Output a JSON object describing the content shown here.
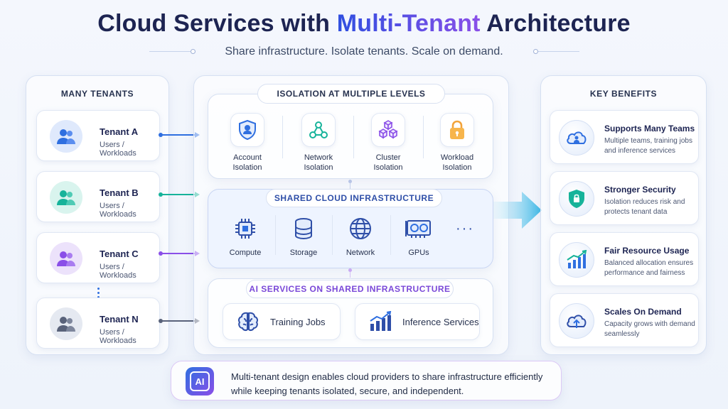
{
  "header": {
    "title_prefix": "Cloud Services with ",
    "title_accent": "Multi-Tenant",
    "title_suffix": " Architecture",
    "subtitle": "Share infrastructure. Isolate tenants. Scale on demand."
  },
  "tenants_panel": {
    "heading": "MANY TENANTS",
    "tenants": [
      {
        "name": "Tenant A",
        "sub": "Users / Workloads",
        "color": "#2f6fe0"
      },
      {
        "name": "Tenant B",
        "sub": "Users / Workloads",
        "color": "#17b39a"
      },
      {
        "name": "Tenant C",
        "sub": "Users / Workloads",
        "color": "#8a4fe8"
      },
      {
        "name": "Tenant N",
        "sub": "Users / Workloads",
        "color": "#59627a"
      }
    ]
  },
  "isolation": {
    "heading": "ISOLATION AT MULTIPLE LEVELS",
    "items": [
      {
        "label_1": "Account",
        "label_2": "Isolation",
        "icon": "shield-user-icon"
      },
      {
        "label_1": "Network",
        "label_2": "Isolation",
        "icon": "network-nodes-icon"
      },
      {
        "label_1": "Cluster",
        "label_2": "Isolation",
        "icon": "cluster-cubes-icon"
      },
      {
        "label_1": "Workload",
        "label_2": "Isolation",
        "icon": "lock-icon"
      }
    ]
  },
  "infrastructure": {
    "heading": "SHARED CLOUD INFRASTRUCTURE",
    "items": [
      {
        "label": "Compute",
        "icon": "chip-icon"
      },
      {
        "label": "Storage",
        "icon": "database-icon"
      },
      {
        "label": "Network",
        "icon": "globe-icon"
      },
      {
        "label": "GPUs",
        "icon": "gpu-icon"
      }
    ],
    "more": "···"
  },
  "ai_services": {
    "heading": "AI SERVICES ON SHARED INFRASTRUCTURE",
    "items": [
      {
        "label": "Training Jobs",
        "icon": "brain-icon"
      },
      {
        "label": "Inference Services",
        "icon": "bar-chart-icon"
      }
    ]
  },
  "benefits": {
    "heading": "KEY BENEFITS",
    "items": [
      {
        "title": "Supports Many Teams",
        "desc": "Multiple teams, training jobs and inference services",
        "icon": "cloud-user-icon"
      },
      {
        "title": "Stronger Security",
        "desc": "Isolation reduces risk and protects tenant data",
        "icon": "shield-lock-icon"
      },
      {
        "title": "Fair Resource Usage",
        "desc": "Balanced allocation ensures performance and fairness",
        "icon": "growth-chart-icon"
      },
      {
        "title": "Scales On Demand",
        "desc": "Capacity grows with demand seamlessly",
        "icon": "cloud-upload-icon"
      }
    ]
  },
  "footer": {
    "badge": "AI",
    "line_1": "Multi-tenant design enables cloud providers to share infrastructure efficiently",
    "line_2": "while keeping tenants isolated, secure, and independent."
  },
  "colors": {
    "accent_blue": "#2f4fe0",
    "accent_purple": "#8a4fe8",
    "teal": "#17b39a",
    "orange": "#f2a33a"
  }
}
